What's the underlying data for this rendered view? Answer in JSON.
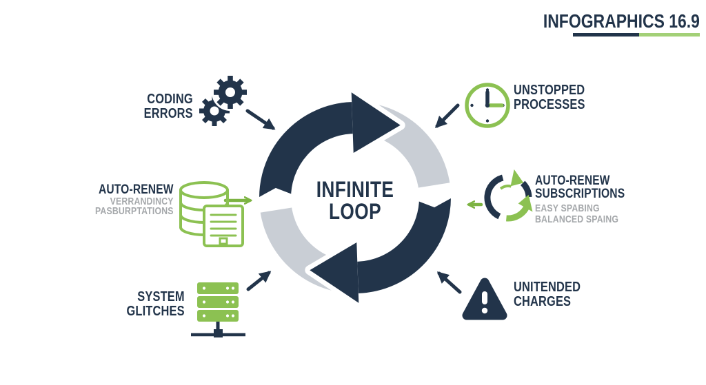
{
  "title": {
    "label": "INFOGRAPHICS 16.9"
  },
  "center": {
    "line1": "INFINITE",
    "line2": "LOOP"
  },
  "items": {
    "coding_errors": {
      "line1": "CODING",
      "line2": "ERRORS"
    },
    "auto_renew_left": {
      "line1": "AUTO-RENEW",
      "sub1": "VERRANDINCY",
      "sub2": "PASBURPTATIONS"
    },
    "system_glitches": {
      "line1": "SYSTEM",
      "line2": "GLITCHES"
    },
    "unstopped": {
      "line1": "UNSTOPPED",
      "line2": "PROCESSES"
    },
    "auto_renew_right": {
      "line1": "AUTO-RENEW",
      "line2": "SUBSCRIPTIONS",
      "sub1": "EASY SPABING",
      "sub2": "BALANCED SPAING"
    },
    "unintended": {
      "line1": "UNITENDED",
      "line2": "CHARGES"
    }
  },
  "icons": {
    "coding_errors": "gears-icon",
    "unstopped": "clock-icon",
    "auto_renew_left": "database-document-icon",
    "auto_renew_right": "refresh-arrows-icon",
    "system_glitches": "server-rack-icon",
    "unintended": "warning-triangle-icon",
    "center": "loop-arrows"
  },
  "colors": {
    "navy": "#22344a",
    "green": "#8cc152",
    "green_dark": "#7cb342",
    "green_light": "#a3d077",
    "ring_gray": "#c9ced5",
    "text_gray": "#a5a8ab"
  }
}
